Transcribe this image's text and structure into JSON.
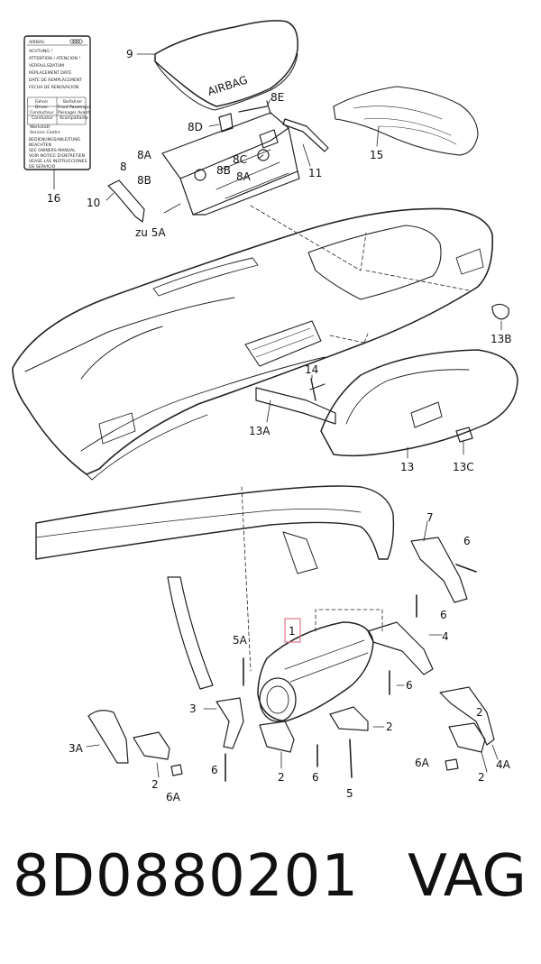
{
  "label_card": {
    "title": "AIRBAG",
    "lines": [
      "ACHTUNG !",
      "ATTENTION / ATENCION !",
      "VERFALLSDATUM",
      "REPLACEMENT DATE",
      "DATE DE REMPLACEMENT",
      "FECHA DE RENOVACION"
    ],
    "table": [
      "Fahrer",
      "Driver",
      "Conducteur",
      "Conductor",
      "Beifahrer",
      "Front Passenger",
      "Passager Avant",
      "Acompañante",
      "Werkstatt",
      "Service Centre"
    ],
    "footer": [
      "BEDIENUNGSANLEITUNG",
      "BEACHTEN",
      "SEE OWNERS MANUAL",
      "VOIR NOTICE D'ENTRETIEN",
      "VEASE LAS INSTRUCCIONES",
      "DE SERVICIO"
    ]
  },
  "cover_text": "AIRBAG",
  "callouts": {
    "c9": "9",
    "c16": "16",
    "c8A_top": "8A",
    "c8": "8",
    "c8B_left": "8B",
    "c8D": "8D",
    "c8E": "8E",
    "c8C": "8C",
    "c8B": "8B",
    "c8A": "8A",
    "c11": "11",
    "c15": "15",
    "c10": "10",
    "c5A_zu": "zu 5A",
    "c13B": "13B",
    "c14": "14",
    "c13A": "13A",
    "c13": "13",
    "c13C": "13C",
    "c7": "7",
    "c6_right": "6",
    "c6_mid": "6",
    "c1": "1",
    "c5A": "5A",
    "c4": "4",
    "c6_center": "6",
    "c3": "3",
    "c2_center": "2",
    "c2_right": "2",
    "c3A": "3A",
    "c2_left": "2",
    "c6A_left": "6A",
    "c6_bottom": "6",
    "c5": "5",
    "c2_bottom": "2",
    "c6A_right": "6A",
    "c2_far": "2",
    "c4A": "4A",
    "c6_l": "6"
  },
  "part_number": "8D0880201",
  "brand": "VAG"
}
